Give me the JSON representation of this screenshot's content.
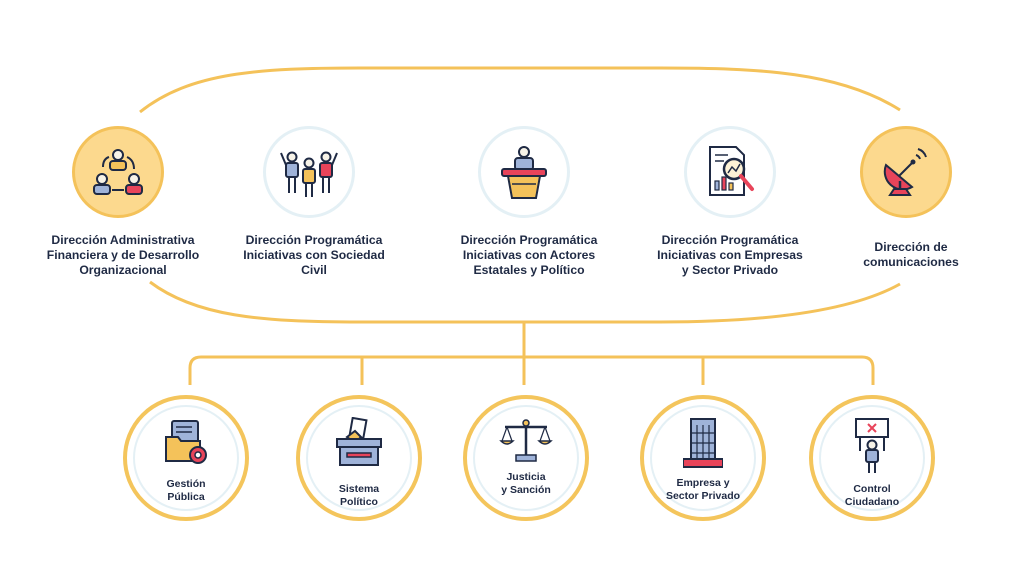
{
  "colors": {
    "accent_yellow": "#f4c25a",
    "accent_fill": "#fcd98e",
    "ring_light": "#e4f0f5",
    "text_dark": "#1f2a44"
  },
  "top_units": [
    {
      "lines": [
        "Dirección Administrativa",
        "Financiera y de Desarrollo",
        "Organizacional"
      ],
      "icon": "people-cycle-icon",
      "style": "filled"
    },
    {
      "lines": [
        "Dirección Programática",
        "Iniciativas con Sociedad",
        "Civil"
      ],
      "icon": "crowd-icon",
      "style": "outline"
    },
    {
      "lines": [
        "Dirección Programática",
        "Iniciativas con Actores",
        "Estatales y Político"
      ],
      "icon": "podium-speaker-icon",
      "style": "outline"
    },
    {
      "lines": [
        "Dirección Programática",
        "Iniciativas con Empresas",
        "y Sector Privado"
      ],
      "icon": "report-magnifier-icon",
      "style": "outline"
    },
    {
      "lines": [
        "Dirección de",
        "comunicaciones"
      ],
      "icon": "satellite-dish-icon",
      "style": "filled"
    }
  ],
  "bottom_units": [
    {
      "lines": [
        "Gestión",
        "Pública"
      ],
      "icon": "folder-gear-icon"
    },
    {
      "lines": [
        "Sistema",
        "Político"
      ],
      "icon": "ballot-box-icon"
    },
    {
      "lines": [
        "Justicia",
        "y Sanción"
      ],
      "icon": "scales-icon"
    },
    {
      "lines": [
        "Empresa y",
        "Sector Privado"
      ],
      "icon": "office-building-icon"
    },
    {
      "lines": [
        "Control",
        "Ciudadano"
      ],
      "icon": "protester-sign-icon"
    }
  ]
}
